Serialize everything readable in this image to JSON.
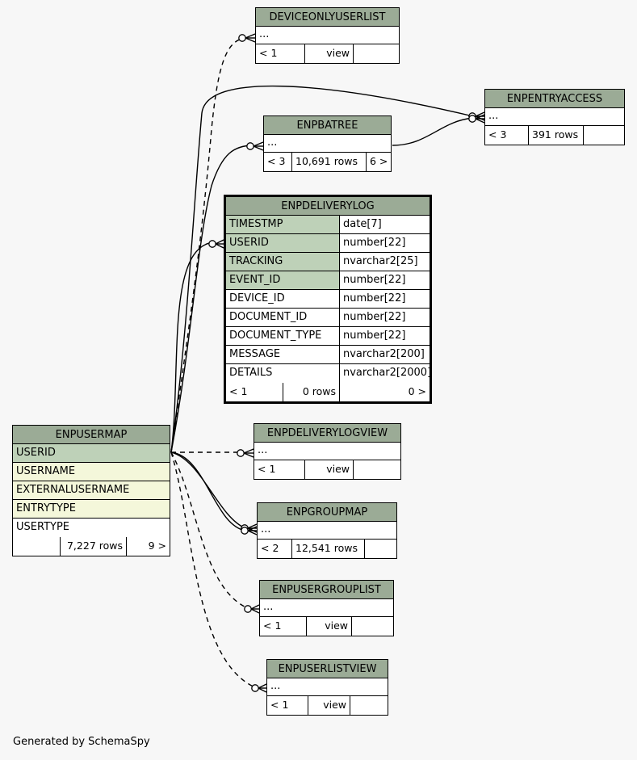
{
  "footer": "Generated by SchemaSpy",
  "colors": {
    "background": "#f7f7f7",
    "header": "#9bab96",
    "primary_key": "#bed1b8",
    "foreign_key": "#f4f7da"
  },
  "tables": {
    "deviceonlyuserlist": {
      "name": "DEVICEONLYUSERLIST",
      "ellipsis": "...",
      "parents": "< 1",
      "rows": "view",
      "children": ""
    },
    "enpentryaccess": {
      "name": "ENPENTRYACCESS",
      "ellipsis": "...",
      "parents": "< 3",
      "rows": "391 rows",
      "children": ""
    },
    "enpbatree": {
      "name": "ENPBATREE",
      "ellipsis": "...",
      "parents": "< 3",
      "rows": "10,691 rows",
      "children": "6 >"
    },
    "enpdeliverylog": {
      "name": "ENPDELIVERYLOG",
      "columns": [
        {
          "name": "TIMESTMP",
          "type": "date[7]",
          "role": "pk"
        },
        {
          "name": "USERID",
          "type": "number[22]",
          "role": "pk"
        },
        {
          "name": "TRACKING",
          "type": "nvarchar2[25]",
          "role": "pk"
        },
        {
          "name": "EVENT_ID",
          "type": "number[22]",
          "role": "pk"
        },
        {
          "name": "DEVICE_ID",
          "type": "number[22]",
          "role": "plain"
        },
        {
          "name": "DOCUMENT_ID",
          "type": "number[22]",
          "role": "plain"
        },
        {
          "name": "DOCUMENT_TYPE",
          "type": "number[22]",
          "role": "plain"
        },
        {
          "name": "MESSAGE",
          "type": "nvarchar2[200]",
          "role": "plain"
        },
        {
          "name": "DETAILS",
          "type": "nvarchar2[2000]",
          "role": "plain"
        }
      ],
      "parents": "< 1",
      "rows": "0 rows",
      "children": "0 >"
    },
    "enpusermap": {
      "name": "ENPUSERMAP",
      "columns": [
        {
          "name": "USERID",
          "role": "pk"
        },
        {
          "name": "USERNAME",
          "role": "fk"
        },
        {
          "name": "EXTERNALUSERNAME",
          "role": "fk"
        },
        {
          "name": "ENTRYTYPE",
          "role": "fk"
        },
        {
          "name": "USERTYPE",
          "role": "plain"
        }
      ],
      "parents": "",
      "rows": "7,227 rows",
      "children": "9 >"
    },
    "enpdeliverylogview": {
      "name": "ENPDELIVERYLOGVIEW",
      "ellipsis": "...",
      "parents": "< 1",
      "rows": "view",
      "children": ""
    },
    "enpgroupmap": {
      "name": "ENPGROUPMAP",
      "ellipsis": "...",
      "parents": "< 2",
      "rows": "12,541 rows",
      "children": ""
    },
    "enpusergrouplist": {
      "name": "ENPUSERGROUPLIST",
      "ellipsis": "...",
      "parents": "< 1",
      "rows": "view",
      "children": ""
    },
    "enpuserlistview": {
      "name": "ENPUSERLISTVIEW",
      "ellipsis": "...",
      "parents": "< 1",
      "rows": "view",
      "children": ""
    }
  }
}
